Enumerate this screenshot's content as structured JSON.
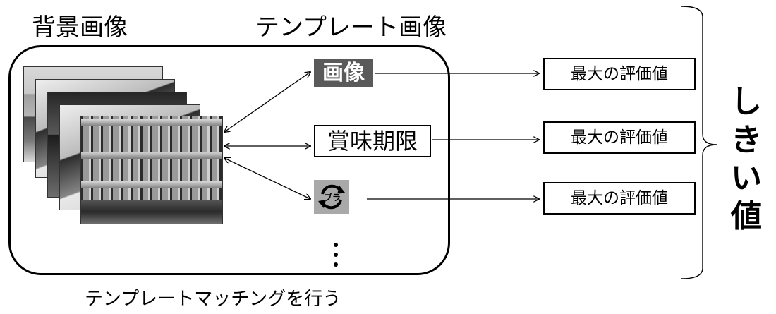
{
  "labels": {
    "background_images": "背景画像",
    "template_images": "テンプレート画像",
    "footer": "テンプレートマッチングを行う"
  },
  "templates": [
    {
      "text": "画像"
    },
    {
      "text": "賞味期限"
    },
    {
      "text": "プラ"
    }
  ],
  "evaluations": [
    "最大の評価値",
    "最大の評価値",
    "最大の評価値"
  ],
  "threshold": [
    "し",
    "き",
    "い",
    "値"
  ],
  "ellipsis": "⋮"
}
